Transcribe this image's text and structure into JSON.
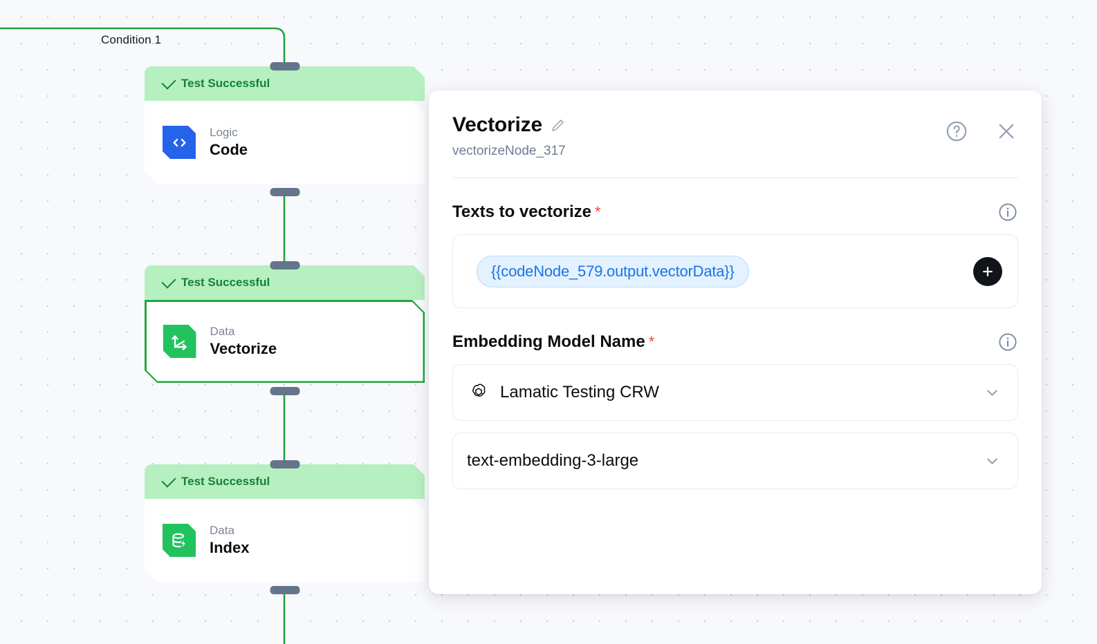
{
  "canvas": {
    "edge_label": "Condition 1",
    "edge_color": "#22a33c",
    "background": "#f8f9fc",
    "nodes": [
      {
        "status": "Test Successful",
        "category": "Logic",
        "title": "Code",
        "icon": "code-icon",
        "icon_color": "#2563eb",
        "selected": false
      },
      {
        "status": "Test Successful",
        "category": "Data",
        "title": "Vectorize",
        "icon": "vector-arrows-icon",
        "icon_color": "#22c35e",
        "selected": true
      },
      {
        "status": "Test Successful",
        "category": "Data",
        "title": "Index",
        "icon": "database-bolt-icon",
        "icon_color": "#22c35e",
        "selected": false
      }
    ]
  },
  "panel": {
    "title": "Vectorize",
    "edit_icon": "pencil-icon",
    "subtitle": "vectorizeNode_317",
    "help_icon": "question-circle-icon",
    "close_icon": "close-icon",
    "fields": {
      "texts": {
        "label": "Texts to vectorize",
        "required_marker": "*",
        "info_icon": "info-icon",
        "chip_value": "{{codeNode_579.output.vectorData}}",
        "add_label": "+",
        "add_icon": "plus-icon"
      },
      "embedding": {
        "label": "Embedding Model Name",
        "required_marker": "*",
        "info_icon": "info-icon",
        "provider_icon": "openai-icon",
        "provider_value": "Lamatic Testing CRW",
        "model_value": "text-embedding-3-large",
        "chevron_icon": "chevron-down-icon"
      }
    }
  },
  "colors": {
    "success_bg": "#b6f0c0",
    "success_text": "#15803d",
    "accent_blue": "#1a73e8",
    "node_border_selected": "#1fa83a",
    "handle": "#64748b"
  }
}
